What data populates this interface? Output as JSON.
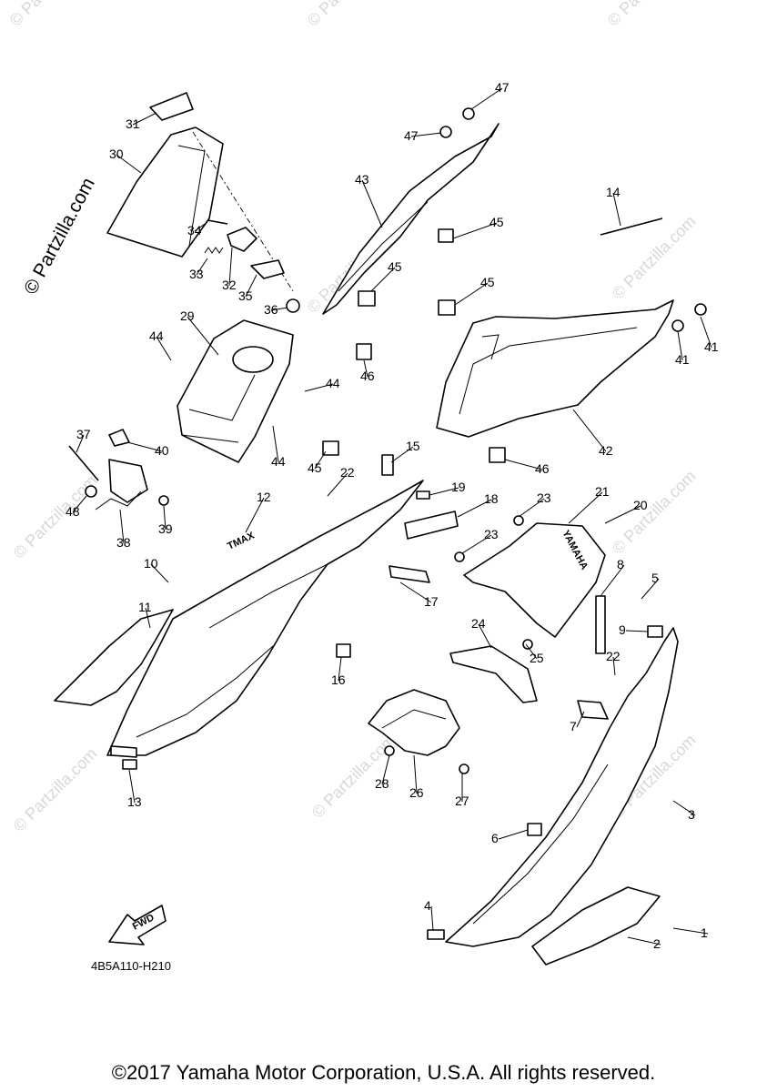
{
  "watermark": {
    "text": "© Partzilla.com",
    "vertical_text": "© Partzilla.com",
    "color": "#d8d8d8"
  },
  "diagram": {
    "code": "4B5A110-H210",
    "fwd_label": "FWD",
    "logo_text": "YAMAHA",
    "decal_text": "TMAX",
    "callouts": [
      {
        "n": "1"
      },
      {
        "n": "2"
      },
      {
        "n": "3"
      },
      {
        "n": "4"
      },
      {
        "n": "5"
      },
      {
        "n": "6"
      },
      {
        "n": "7"
      },
      {
        "n": "8"
      },
      {
        "n": "9"
      },
      {
        "n": "10"
      },
      {
        "n": "11"
      },
      {
        "n": "12"
      },
      {
        "n": "13"
      },
      {
        "n": "14"
      },
      {
        "n": "15"
      },
      {
        "n": "16"
      },
      {
        "n": "17"
      },
      {
        "n": "18"
      },
      {
        "n": "19"
      },
      {
        "n": "20"
      },
      {
        "n": "21"
      },
      {
        "n": "22"
      },
      {
        "n": "22"
      },
      {
        "n": "23"
      },
      {
        "n": "23"
      },
      {
        "n": "24"
      },
      {
        "n": "25"
      },
      {
        "n": "26"
      },
      {
        "n": "27"
      },
      {
        "n": "28"
      },
      {
        "n": "29"
      },
      {
        "n": "30"
      },
      {
        "n": "31"
      },
      {
        "n": "32"
      },
      {
        "n": "33"
      },
      {
        "n": "34"
      },
      {
        "n": "35"
      },
      {
        "n": "36"
      },
      {
        "n": "37"
      },
      {
        "n": "38"
      },
      {
        "n": "39"
      },
      {
        "n": "40"
      },
      {
        "n": "41"
      },
      {
        "n": "41"
      },
      {
        "n": "42"
      },
      {
        "n": "43"
      },
      {
        "n": "44"
      },
      {
        "n": "44"
      },
      {
        "n": "44"
      },
      {
        "n": "45"
      },
      {
        "n": "45"
      },
      {
        "n": "45"
      },
      {
        "n": "45"
      },
      {
        "n": "46"
      },
      {
        "n": "46"
      },
      {
        "n": "47"
      },
      {
        "n": "47"
      },
      {
        "n": "48"
      }
    ]
  },
  "footer": {
    "copyright": "©2017 Yamaha Motor Corporation, U.S.A. All rights reserved."
  }
}
